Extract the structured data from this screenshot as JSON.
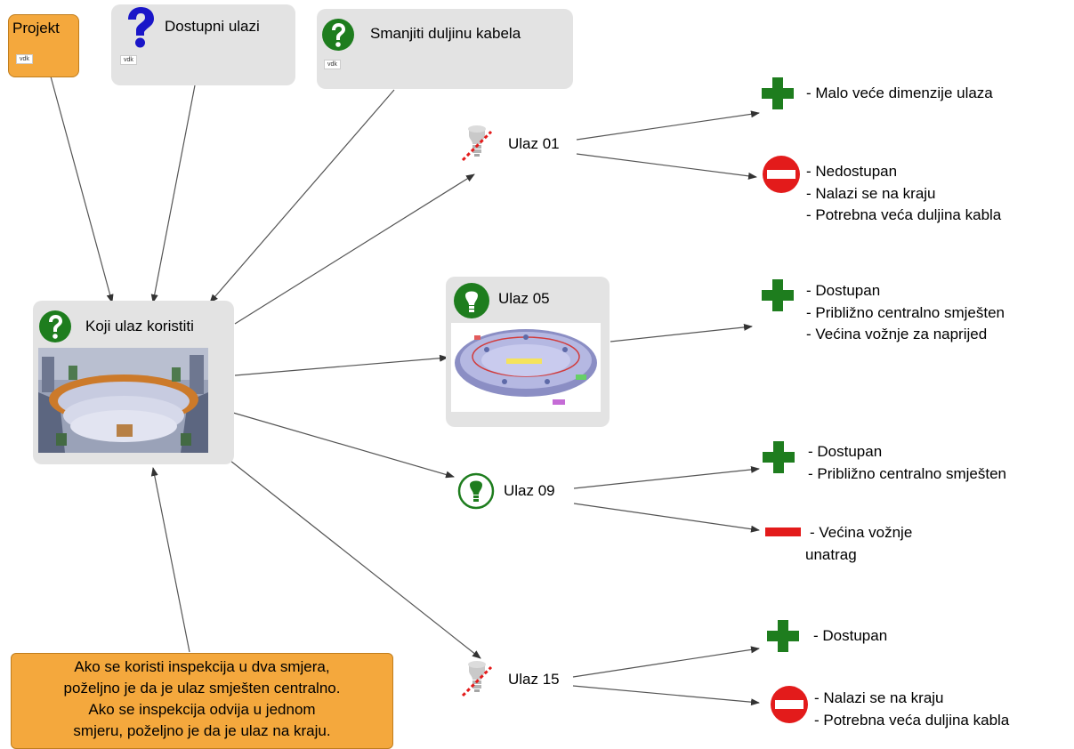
{
  "colors": {
    "green": "#1e7d1e",
    "red": "#e31b1b",
    "orange": "#f4a83d",
    "node_gray": "#e3e3e3",
    "blue": "#1a16c8"
  },
  "top_nodes": {
    "projekt": {
      "title": "Projekt",
      "tag": "vdk",
      "icon": "none"
    },
    "dostupni": {
      "title": "Dostupni ulazi",
      "tag": "vdk",
      "icon": "question-mark-icon"
    },
    "smanjiti": {
      "title": "Smanjiti duljinu kabela",
      "tag": "vdk",
      "icon": "green-question-icon"
    }
  },
  "central": {
    "title": "Koji ulaz koristiti",
    "icon": "green-question-icon"
  },
  "options": {
    "ulaz01": {
      "label": "Ulaz 01",
      "icon": "dim-bulb-icon"
    },
    "ulaz05": {
      "label": "Ulaz 05",
      "icon": "lightbulb-icon"
    },
    "ulaz09": {
      "label": "Ulaz 09",
      "icon": "lightbulb-icon"
    },
    "ulaz15": {
      "label": "Ulaz 15",
      "icon": "dim-bulb-icon"
    }
  },
  "arguments": {
    "u01_pro": [
      "- Malo veće dimenzije ulaza"
    ],
    "u01_con": [
      "- Nedostupan",
      "- Nalazi se na kraju",
      "- Potrebna veća duljina kabla"
    ],
    "u05_pro": [
      "- Dostupan",
      "- Približno centralno smješten",
      "- Većina vožnje za naprijed"
    ],
    "u09_pro": [
      "- Dostupan",
      "- Približno centralno smješten"
    ],
    "u09_con": [
      "- Većina vožnje",
      "unatrag"
    ],
    "u15_pro": [
      "- Dostupan"
    ],
    "u15_con": [
      "- Nalazi se na kraju",
      "- Potrebna veća duljina kabla"
    ]
  },
  "note": {
    "lines": [
      "Ako se koristi inspekcija u dva smjera,",
      "poželjno je da je ulaz smješten centralno.",
      "Ako se inspekcija odvija u jednom",
      "smjeru, poželjno je da je ulaz na kraju."
    ]
  }
}
